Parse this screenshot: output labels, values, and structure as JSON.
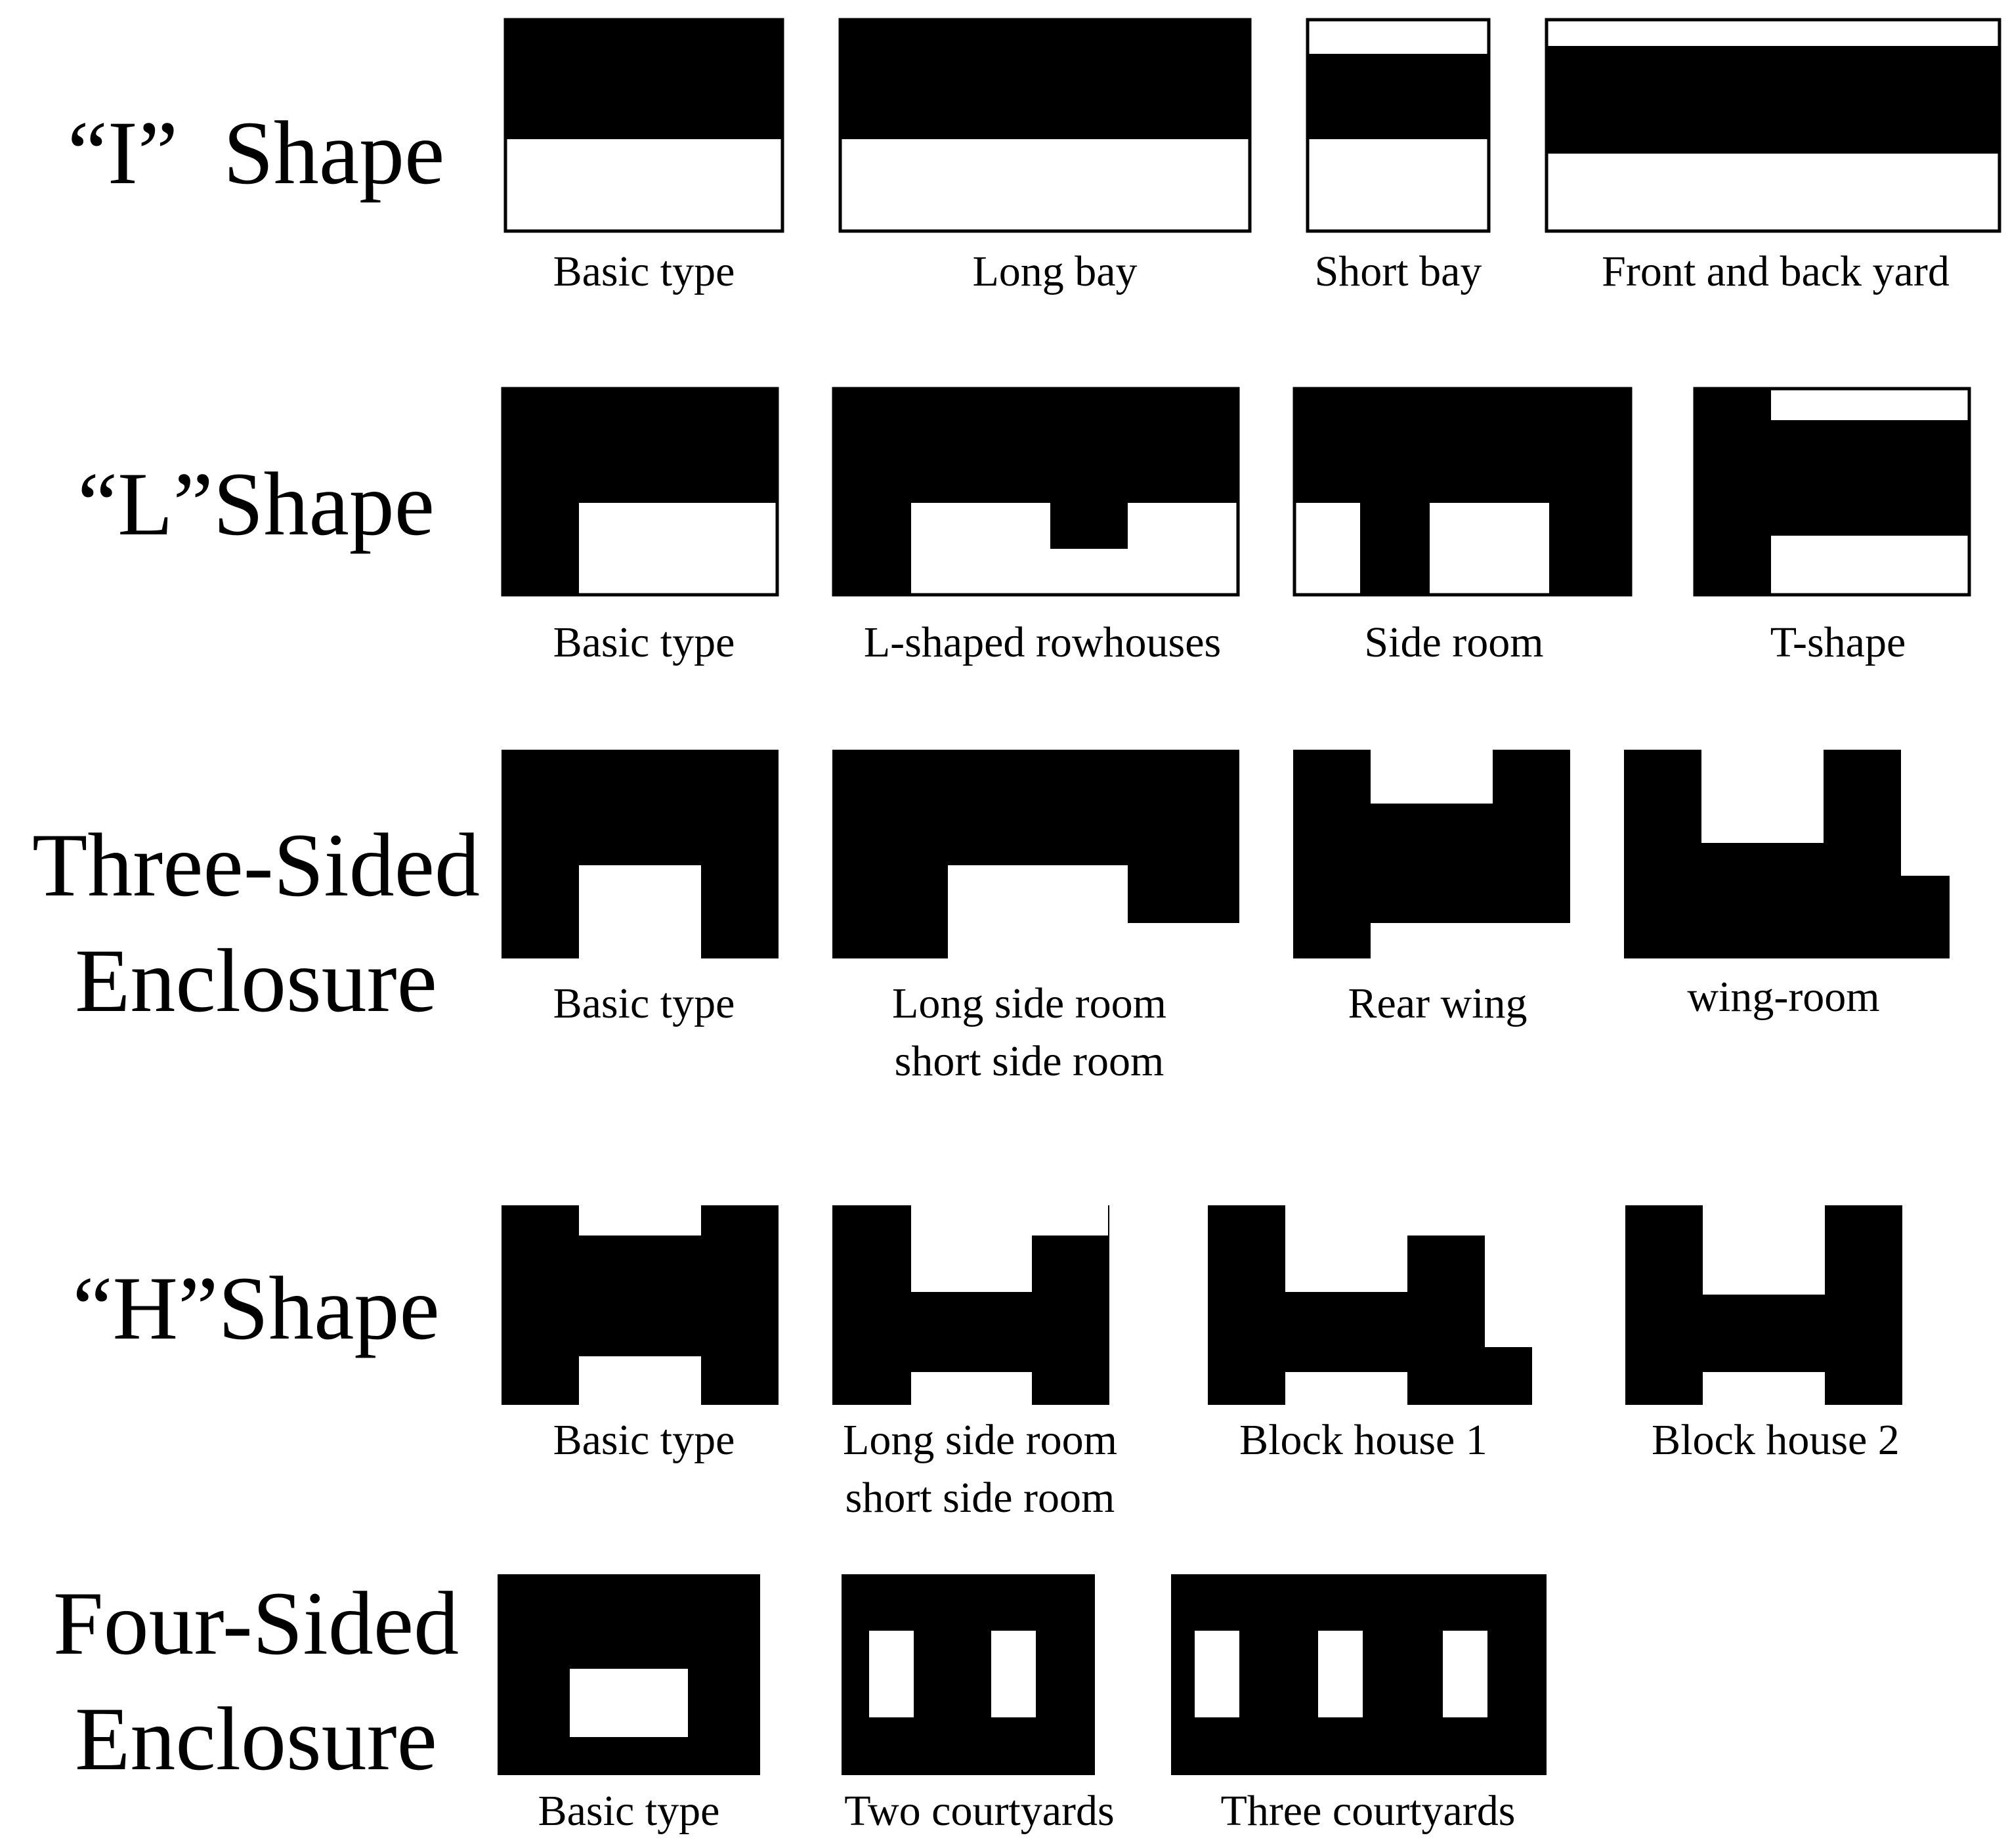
{
  "rows": [
    {
      "title": "“I”  Shape",
      "items": [
        {
          "caption": "Basic type"
        },
        {
          "caption": "Long bay"
        },
        {
          "caption": "Short bay"
        },
        {
          "caption": "Front and back yard"
        }
      ]
    },
    {
      "title": "“L”Shape",
      "items": [
        {
          "caption": "Basic type"
        },
        {
          "caption": "L-shaped rowhouses"
        },
        {
          "caption": "Side room"
        },
        {
          "caption": "T-shape"
        }
      ]
    },
    {
      "title": "Three-Sided\nEnclosure",
      "items": [
        {
          "caption": "Basic type"
        },
        {
          "caption": "Long side room\nshort side room"
        },
        {
          "caption": "Rear wing"
        },
        {
          "caption": "wing-room"
        }
      ]
    },
    {
      "title": "“H”Shape",
      "items": [
        {
          "caption": "Basic type"
        },
        {
          "caption": "Long side room\nshort side room"
        },
        {
          "caption": "Block house 1"
        },
        {
          "caption": "Block house 2"
        }
      ]
    },
    {
      "title": "Four-Sided\nEnclosure",
      "items": [
        {
          "caption": "Basic type"
        },
        {
          "caption": "Two courtyards"
        },
        {
          "caption": "Three courtyards"
        }
      ]
    }
  ],
  "colors": {
    "solid": "#000000",
    "open": "#ffffff"
  }
}
